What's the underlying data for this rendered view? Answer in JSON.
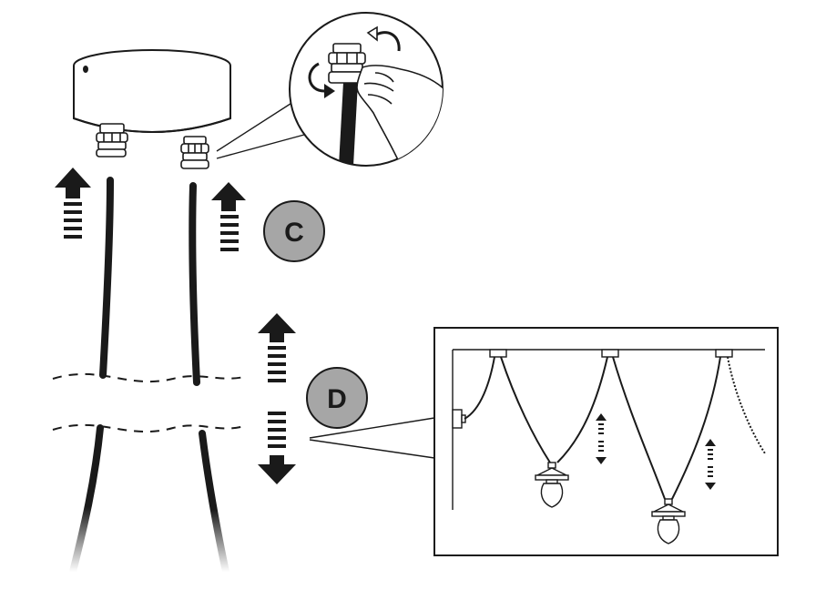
{
  "steps": [
    {
      "id": "C",
      "label": "C",
      "action": "attach-cables-to-canopy"
    },
    {
      "id": "D",
      "label": "D",
      "action": "adjust-cable-length"
    }
  ],
  "colors": {
    "line": "#1a1a1a",
    "badge_fill": "#a6a6a6",
    "canopy": "#ffffff",
    "background": "#ffffff"
  },
  "icons": [
    "canopy",
    "cable-gland",
    "arrow-up",
    "arrow-double",
    "rotate-arrow",
    "hand",
    "pendant-lamp",
    "wall-mount"
  ]
}
